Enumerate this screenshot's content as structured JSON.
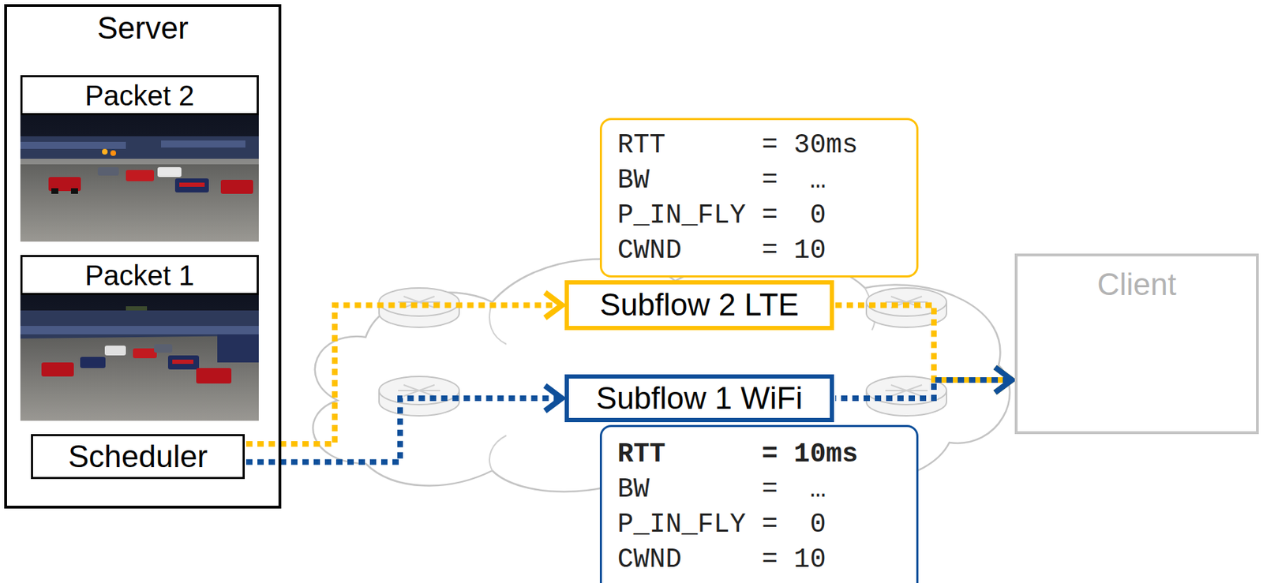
{
  "diagram": {
    "nodes": [
      {
        "text": [
          "Server"
        ]
      },
      {
        "text": [
          "Packet 2"
        ],
        "in": 0
      },
      {
        "text": [
          "Packet 1"
        ],
        "in": 0
      },
      {
        "text": [
          "Scheduler"
        ],
        "in": 0
      },
      {
        "text": [
          "RTT      = 30ms",
          "BW       =  …",
          "P_IN_FLY =  0",
          "CWND     = 10"
        ]
      },
      {
        "text": [
          "Subflow 2 LTE"
        ]
      },
      {
        "text": [
          "Subflow 1 WiFi"
        ]
      },
      {
        "text": [
          "RTT      = 10ms",
          "BW       =  …",
          "P_IN_FLY =  0",
          "CWND     = 10"
        ]
      },
      {
        "text": [
          "Client"
        ]
      }
    ],
    "edges": [
      {
        "from": 3,
        "to": 5,
        "arrow": "to"
      },
      {
        "from": 3,
        "to": 6,
        "arrow": "to"
      },
      {
        "from": 5,
        "to": 8,
        "arrow": "to"
      },
      {
        "from": 6,
        "to": 8,
        "arrow": "to"
      }
    ]
  }
}
